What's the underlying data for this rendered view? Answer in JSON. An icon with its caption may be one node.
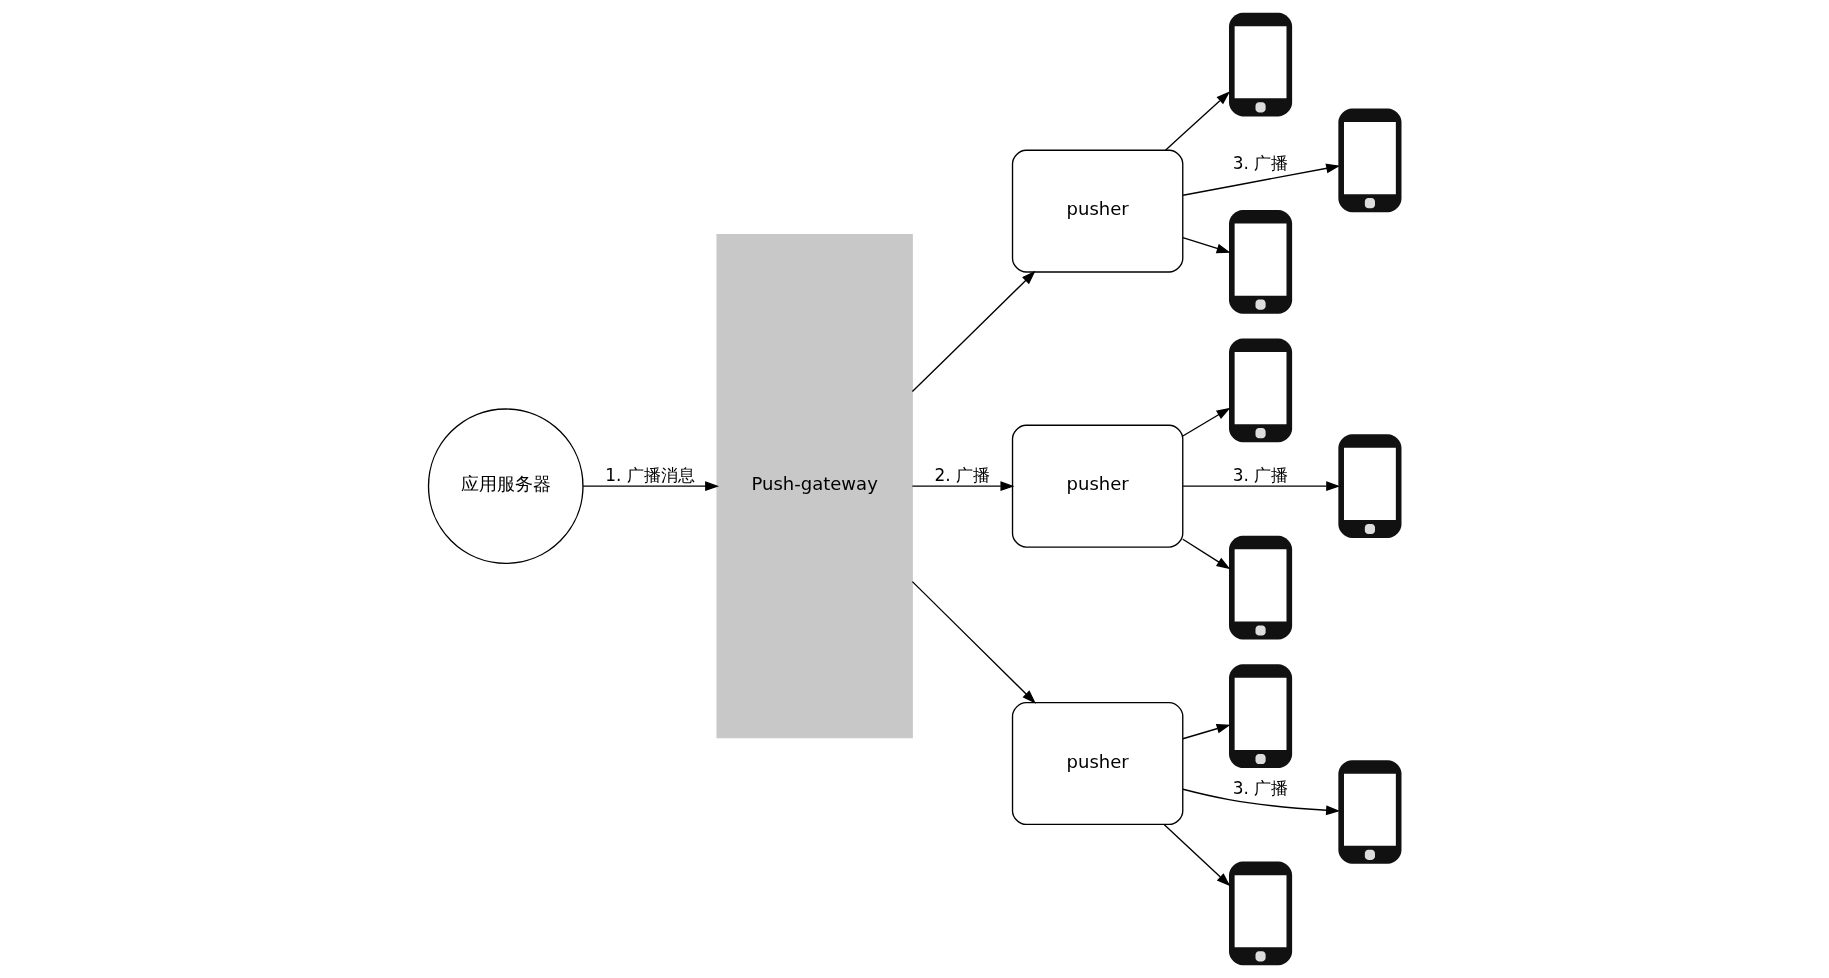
{
  "diagram": {
    "nodes": [
      {
        "text": [
          "应用服务器"
        ]
      },
      {
        "text": [
          "Push-gateway"
        ]
      },
      {
        "text": [
          "pusher"
        ]
      },
      {
        "text": [
          "pusher"
        ]
      },
      {
        "text": [
          "pusher"
        ]
      },
      {
        "text": [],
        "shape": "phone"
      },
      {
        "text": [],
        "shape": "phone"
      },
      {
        "text": [],
        "shape": "phone"
      },
      {
        "text": [],
        "shape": "phone"
      },
      {
        "text": [],
        "shape": "phone"
      },
      {
        "text": [],
        "shape": "phone"
      },
      {
        "text": [],
        "shape": "phone"
      },
      {
        "text": [],
        "shape": "phone"
      },
      {
        "text": [],
        "shape": "phone"
      }
    ],
    "edges": [
      {
        "from": 0,
        "to": 1,
        "arrow": "to",
        "label": "1. 广播消息"
      },
      {
        "from": 1,
        "to": 2,
        "arrow": "to"
      },
      {
        "from": 1,
        "to": 3,
        "arrow": "to",
        "label": "2. 广播"
      },
      {
        "from": 1,
        "to": 4,
        "arrow": "to"
      },
      {
        "from": 2,
        "to": 5,
        "arrow": "to"
      },
      {
        "from": 2,
        "to": 6,
        "arrow": "to",
        "label": "3. 广播"
      },
      {
        "from": 2,
        "to": 7,
        "arrow": "to"
      },
      {
        "from": 3,
        "to": 8,
        "arrow": "to"
      },
      {
        "from": 3,
        "to": 9,
        "arrow": "to",
        "label": "3. 广播"
      },
      {
        "from": 3,
        "to": 10,
        "arrow": "to"
      },
      {
        "from": 4,
        "to": 11,
        "arrow": "to"
      },
      {
        "from": 4,
        "to": 12,
        "arrow": "to",
        "label": "3. 广播"
      },
      {
        "from": 4,
        "to": 13,
        "arrow": "to"
      }
    ]
  }
}
